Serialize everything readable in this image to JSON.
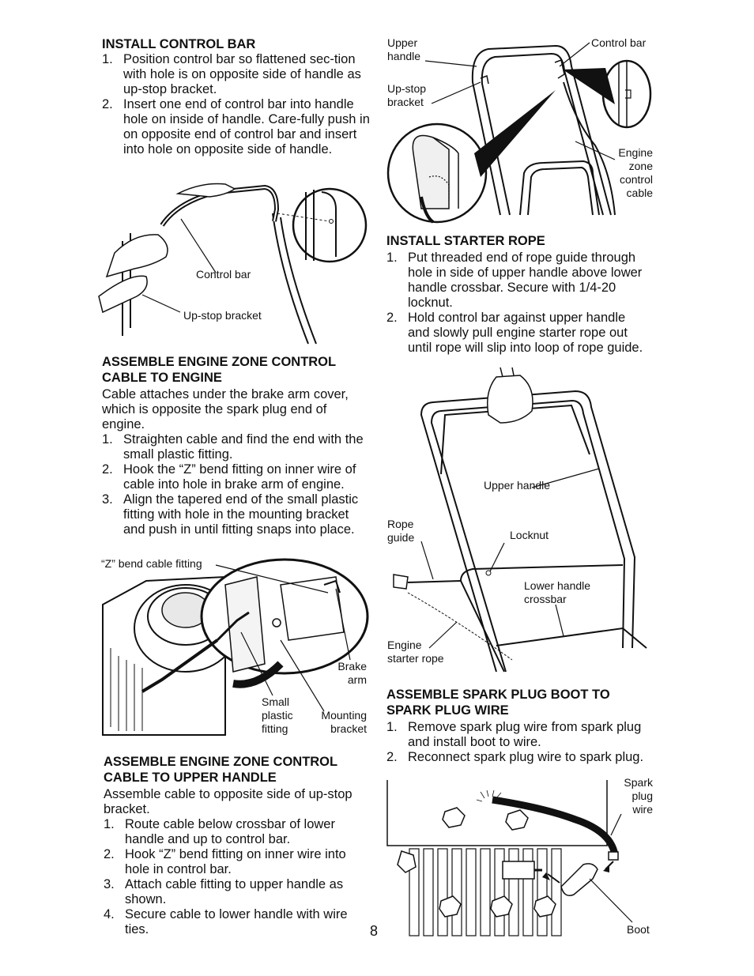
{
  "page_number": "8",
  "left": {
    "install_control_bar": {
      "heading": "INSTALL CONTROL BAR",
      "steps": [
        "Position control bar so flattened sec-tion with hole is on opposite side of handle as up-stop bracket.",
        "Insert one end of control bar into handle hole on inside of handle. Care-fully push in on opposite end of control bar and insert into hole on opposite side of handle."
      ],
      "figure_labels": {
        "control_bar": "Control bar",
        "up_stop_bracket": "Up-stop bracket"
      }
    },
    "assemble_cable_engine": {
      "heading_line1": "ASSEMBLE ENGINE ZONE CONTROL",
      "heading_line2": "CABLE TO ENGINE",
      "intro": "Cable attaches under the brake arm cover, which is opposite the spark plug end of engine.",
      "steps": [
        "Straighten cable and find the end with the small plastic fitting.",
        "Hook the “Z” bend fitting on inner wire of cable into hole in brake arm of engine.",
        "Align the tapered end of the small plastic fitting with hole in the mounting bracket and push in until fitting snaps into place."
      ],
      "figure_labels": {
        "z_bend": "“Z” bend cable fitting",
        "brake_arm_1": "Brake",
        "brake_arm_2": "arm",
        "small_1": "Small",
        "small_2": "plastic",
        "small_3": "fitting",
        "mount_1": "Mounting",
        "mount_2": "bracket"
      }
    },
    "assemble_cable_handle": {
      "heading_line1": "ASSEMBLE ENGINE ZONE CONTROL",
      "heading_line2": "CABLE TO UPPER HANDLE",
      "intro": "Assemble cable to opposite side of up-stop bracket.",
      "steps": [
        "Route cable below crossbar of lower handle and up to control bar.",
        "Hook “Z” bend fitting on inner wire into hole in control bar.",
        "Attach cable fitting to upper handle as shown.",
        "Secure cable to lower handle with wire ties."
      ]
    }
  },
  "right": {
    "top_figure_labels": {
      "upper_1": "Upper",
      "upper_2": "handle",
      "upstop_1": "Up-stop",
      "upstop_2": "bracket",
      "control_bar": "Control bar",
      "ezc_1": "Engine",
      "ezc_2": "zone",
      "ezc_3": "control",
      "ezc_4": "cable"
    },
    "install_starter_rope": {
      "heading": "INSTALL STARTER ROPE",
      "steps": [
        "Put threaded end of rope guide through hole in side of upper handle above lower handle crossbar. Secure with 1/4-20 locknut.",
        "Hold control bar against upper handle and slowly pull engine starter rope out until rope will slip into loop of rope guide."
      ],
      "figure_labels": {
        "upper_handle": "Upper handle",
        "rope_1": "Rope",
        "rope_2": "guide",
        "locknut": "Locknut",
        "lower_1": "Lower handle",
        "lower_2": "crossbar",
        "starter_1": "Engine",
        "starter_2": "starter rope"
      }
    },
    "spark_plug": {
      "heading_line1": "ASSEMBLE SPARK PLUG BOOT TO",
      "heading_line2": "SPARK PLUG WIRE",
      "steps": [
        "Remove spark plug wire from spark plug and install boot to wire.",
        "Reconnect spark plug wire to spark plug."
      ],
      "figure_labels": {
        "wire_1": "Spark",
        "wire_2": "plug",
        "wire_3": "wire",
        "boot": "Boot"
      }
    }
  }
}
